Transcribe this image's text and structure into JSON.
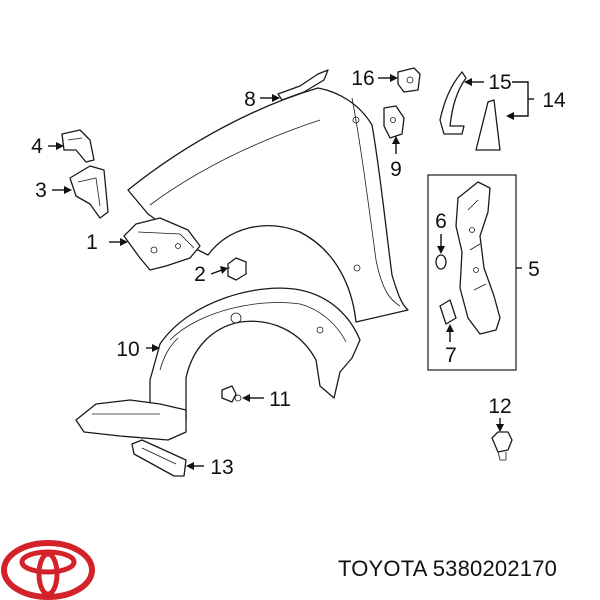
{
  "callouts": [
    {
      "id": "1",
      "label": "1"
    },
    {
      "id": "2",
      "label": "2"
    },
    {
      "id": "3",
      "label": "3"
    },
    {
      "id": "4",
      "label": "4"
    },
    {
      "id": "5",
      "label": "5"
    },
    {
      "id": "6",
      "label": "6"
    },
    {
      "id": "7",
      "label": "7"
    },
    {
      "id": "8",
      "label": "8"
    },
    {
      "id": "9",
      "label": "9"
    },
    {
      "id": "10",
      "label": "10"
    },
    {
      "id": "11",
      "label": "11"
    },
    {
      "id": "12",
      "label": "12"
    },
    {
      "id": "13",
      "label": "13"
    },
    {
      "id": "14",
      "label": "14"
    },
    {
      "id": "15",
      "label": "15"
    },
    {
      "id": "16",
      "label": "16"
    }
  ],
  "footer": {
    "brand": "TOYOTA",
    "part_number": "5380202170",
    "logo_color": "#d3222a"
  },
  "line_color": "#1a1a1a"
}
